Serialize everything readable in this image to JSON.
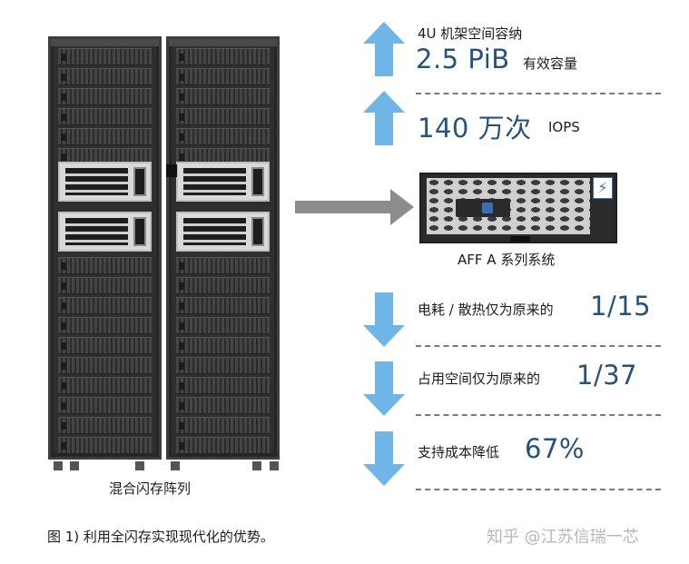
{
  "left": {
    "label": "混合闪存阵列"
  },
  "metrics_up": [
    {
      "line1": "4U 机架空间容纳",
      "value": "2.5 PiB",
      "suffix": "有效容量"
    },
    {
      "value": "140 万次",
      "suffix": "IOPS"
    }
  ],
  "device": {
    "label": "AFF A 系列系统"
  },
  "metrics_down": [
    {
      "text": "电耗 / 散热仅为原来的",
      "value": "1/15"
    },
    {
      "text": "占用空间仅为原来的",
      "value": "1/37"
    },
    {
      "text": "支持成本降低",
      "value": "67%"
    }
  ],
  "caption": "图 1) 利用全闪存实现现代化的优势。",
  "watermark": "知乎 @江苏信瑞一芯",
  "colors": {
    "accent_blue": "#6fb5e8",
    "value_blue": "#24547e",
    "arrow_gray": "#8c8c8c"
  }
}
